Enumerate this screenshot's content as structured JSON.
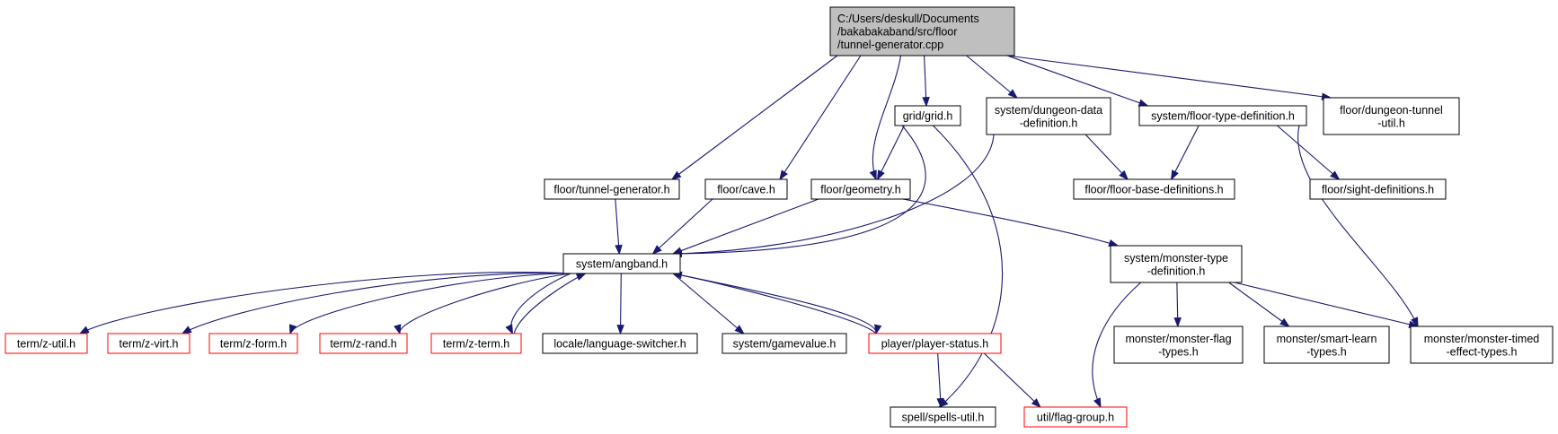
{
  "colors": {
    "edge": "#191970",
    "box_normal": "#000000",
    "box_truncated": "#ff0000",
    "root_fill": "#bfbfbf",
    "fill": "#ffffff"
  },
  "nodes": [
    {
      "id": "root",
      "lines": [
        "C:/Users/deskull/Documents",
        "/bakabakaband/src/floor",
        "/tunnel-generator.cpp"
      ],
      "kind": "root"
    },
    {
      "id": "grid",
      "lines": [
        "grid/grid.h"
      ],
      "kind": "normal"
    },
    {
      "id": "dungeon_data",
      "lines": [
        "system/dungeon-data",
        "-definition.h"
      ],
      "kind": "normal"
    },
    {
      "id": "floor_type",
      "lines": [
        "system/floor-type-definition.h"
      ],
      "kind": "normal"
    },
    {
      "id": "dungeon_tunnel",
      "lines": [
        "floor/dungeon-tunnel",
        "-util.h"
      ],
      "kind": "normal"
    },
    {
      "id": "tunnel_gen_h",
      "lines": [
        "floor/tunnel-generator.h"
      ],
      "kind": "normal"
    },
    {
      "id": "cave",
      "lines": [
        "floor/cave.h"
      ],
      "kind": "normal"
    },
    {
      "id": "geometry",
      "lines": [
        "floor/geometry.h"
      ],
      "kind": "normal"
    },
    {
      "id": "floor_base",
      "lines": [
        "floor/floor-base-definitions.h"
      ],
      "kind": "normal"
    },
    {
      "id": "sight",
      "lines": [
        "floor/sight-definitions.h"
      ],
      "kind": "normal"
    },
    {
      "id": "angband",
      "lines": [
        "system/angband.h"
      ],
      "kind": "normal"
    },
    {
      "id": "monster_type",
      "lines": [
        "system/monster-type",
        "-definition.h"
      ],
      "kind": "normal"
    },
    {
      "id": "z_util",
      "lines": [
        "term/z-util.h"
      ],
      "kind": "truncated"
    },
    {
      "id": "z_virt",
      "lines": [
        "term/z-virt.h"
      ],
      "kind": "truncated"
    },
    {
      "id": "z_form",
      "lines": [
        "term/z-form.h"
      ],
      "kind": "truncated"
    },
    {
      "id": "z_rand",
      "lines": [
        "term/z-rand.h"
      ],
      "kind": "truncated"
    },
    {
      "id": "z_term",
      "lines": [
        "term/z-term.h"
      ],
      "kind": "truncated"
    },
    {
      "id": "language",
      "lines": [
        "locale/language-switcher.h"
      ],
      "kind": "normal"
    },
    {
      "id": "gamevalue",
      "lines": [
        "system/gamevalue.h"
      ],
      "kind": "normal"
    },
    {
      "id": "player_status",
      "lines": [
        "player/player-status.h"
      ],
      "kind": "truncated"
    },
    {
      "id": "monster_flag",
      "lines": [
        "monster/monster-flag",
        "-types.h"
      ],
      "kind": "normal"
    },
    {
      "id": "smart_learn",
      "lines": [
        "monster/smart-learn",
        "-types.h"
      ],
      "kind": "normal"
    },
    {
      "id": "monster_timed",
      "lines": [
        "monster/monster-timed",
        "-effect-types.h"
      ],
      "kind": "normal"
    },
    {
      "id": "spells_util",
      "lines": [
        "spell/spells-util.h"
      ],
      "kind": "normal"
    },
    {
      "id": "flag_group",
      "lines": [
        "util/flag-group.h"
      ],
      "kind": "truncated"
    }
  ],
  "edges": [
    [
      "root",
      "grid"
    ],
    [
      "root",
      "dungeon_data"
    ],
    [
      "root",
      "floor_type"
    ],
    [
      "root",
      "dungeon_tunnel"
    ],
    [
      "root",
      "tunnel_gen_h"
    ],
    [
      "root",
      "cave"
    ],
    [
      "root",
      "geometry"
    ],
    [
      "grid",
      "geometry"
    ],
    [
      "grid",
      "angband"
    ],
    [
      "grid",
      "spells_util"
    ],
    [
      "dungeon_data",
      "angband"
    ],
    [
      "dungeon_data",
      "floor_base"
    ],
    [
      "floor_type",
      "floor_base"
    ],
    [
      "floor_type",
      "sight"
    ],
    [
      "floor_type",
      "monster_timed"
    ],
    [
      "tunnel_gen_h",
      "angband"
    ],
    [
      "cave",
      "angband"
    ],
    [
      "geometry",
      "angband"
    ],
    [
      "geometry",
      "monster_type"
    ],
    [
      "angband",
      "z_util"
    ],
    [
      "angband",
      "z_virt"
    ],
    [
      "angband",
      "z_form"
    ],
    [
      "angband",
      "z_rand"
    ],
    [
      "angband",
      "z_term"
    ],
    [
      "angband",
      "language"
    ],
    [
      "angband",
      "gamevalue"
    ],
    [
      "angband",
      "player_status"
    ],
    [
      "z_term",
      "angband"
    ],
    [
      "player_status",
      "angband"
    ],
    [
      "player_status",
      "spells_util"
    ],
    [
      "player_status",
      "flag_group"
    ],
    [
      "monster_type",
      "monster_flag"
    ],
    [
      "monster_type",
      "smart_learn"
    ],
    [
      "monster_type",
      "monster_timed"
    ],
    [
      "monster_type",
      "flag_group"
    ]
  ]
}
